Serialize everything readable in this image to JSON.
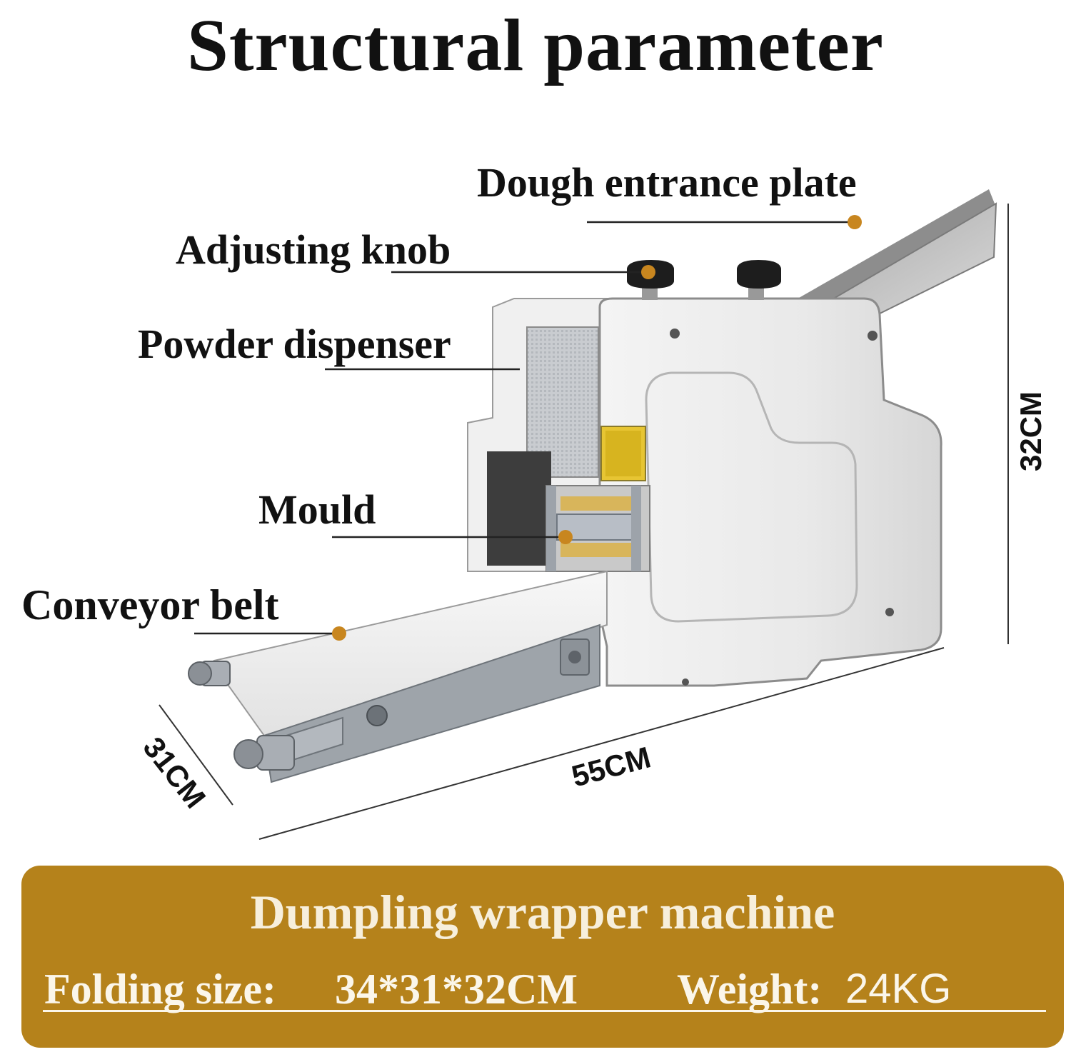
{
  "title": "Structural parameter",
  "labels": {
    "dough_entrance_plate": "Dough entrance plate",
    "adjusting_knob": "Adjusting knob",
    "powder_dispenser": "Powder dispenser",
    "mould": "Mould",
    "conveyor_belt": "Conveyor belt"
  },
  "dimensions": {
    "height": "32CM",
    "length": "55CM",
    "width": "31CM"
  },
  "banner": {
    "product_name": "Dumpling wrapper machine",
    "folding_size_label": "Folding size:",
    "folding_size_value": "34*31*32CM",
    "weight_label": "Weight:",
    "weight_value": "24KG"
  },
  "colors": {
    "banner": "#b5821b",
    "callout_dot": "#c8861f",
    "machine_body": "#eeeeee"
  }
}
